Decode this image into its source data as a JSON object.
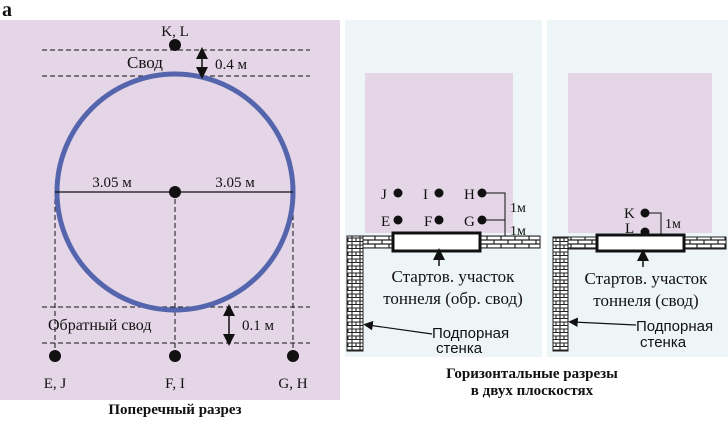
{
  "panel_label": "a",
  "cross_section": {
    "top_point": "K, L",
    "crown_label": "Свод",
    "crown_dim": "0.4 м",
    "left_radius": "3.05 м",
    "right_radius": "3.05 м",
    "invert_label": "Обратный свод",
    "invert_dim": "0.1 м",
    "bottom_points": [
      "E, J",
      "F, I",
      "G, H"
    ],
    "caption": "Поперечный разрез"
  },
  "horizontal_1": {
    "points": [
      "J",
      "I",
      "H",
      "E",
      "F",
      "G"
    ],
    "dim_upper": "1м",
    "dim_lower": "1м",
    "tunnel_label_1": "Стартов. участок",
    "tunnel_label_2": "тоннеля (обр. свод)",
    "wall_label_1": "Подпорная",
    "wall_label_2": "стенка"
  },
  "horizontal_2": {
    "points": [
      "K",
      "L"
    ],
    "dim": "1м",
    "tunnel_label_1": "Стартов. участок",
    "tunnel_label_2": "тоннеля (свод)",
    "wall_label_1": "Подпорная",
    "wall_label_2": "стенка"
  },
  "caption_right_1": "Горизонтальные разрезы",
  "caption_right_2": "в двух плоскостях",
  "colors": {
    "pink": "#e5d6e7",
    "blue_bg": "#eef5f7",
    "ring": "#5565ad"
  }
}
